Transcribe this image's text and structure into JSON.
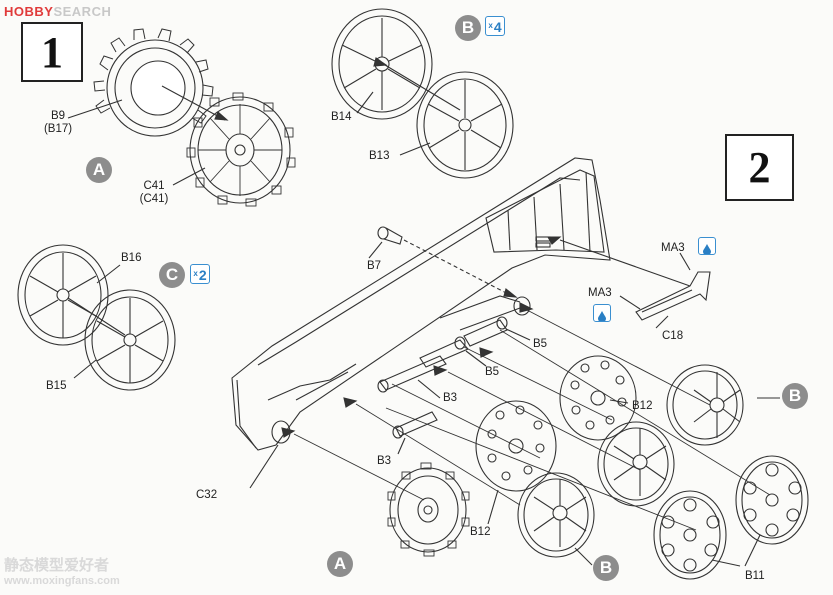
{
  "watermark_top": {
    "brand": "HOBBY",
    "suffix": "SEARCH"
  },
  "watermark_bottom": {
    "chinese": "静态模型爱好者",
    "url": "www.moxingfans.com"
  },
  "steps": [
    "1",
    "2"
  ],
  "callouts": {
    "A1": "A",
    "B_top": "B",
    "C": "C",
    "B_right": "B",
    "A_bottom": "A",
    "B_bottom": "B"
  },
  "multipliers": {
    "B": "4",
    "C": "2",
    "x": "x"
  },
  "parts": {
    "b9": "B9",
    "b17": "(B17)",
    "c41": "C41",
    "c41b": "(C41)",
    "b14": "B14",
    "b13": "B13",
    "b16": "B16",
    "b15": "B15",
    "b7": "B7",
    "ma3a": "MA3",
    "ma3b": "MA3",
    "c18": "C18",
    "b5a": "B5",
    "b5b": "B5",
    "b3a": "B3",
    "b3b": "B3",
    "b12a": "B12",
    "b12b": "B12",
    "c32": "C32",
    "b11": "B11"
  },
  "colors": {
    "callout": "#8d8d8d",
    "glue_blue": "#2a7fc4",
    "line": "#333333"
  }
}
